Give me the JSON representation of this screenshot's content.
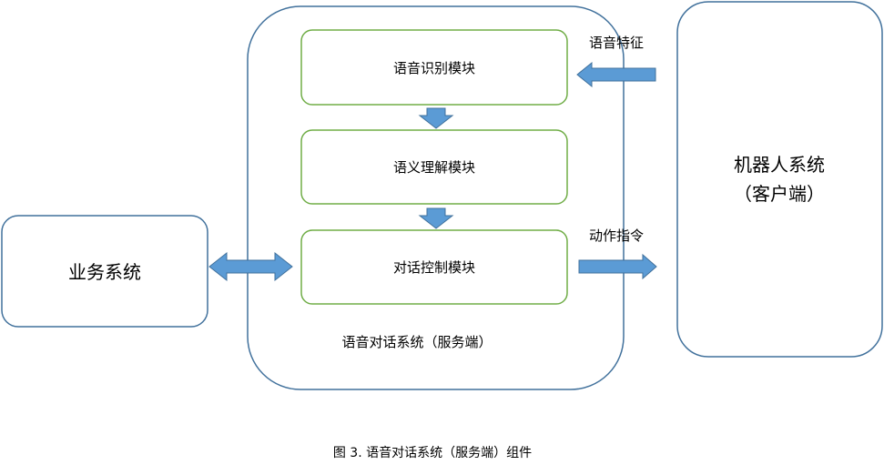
{
  "diagram": {
    "business_system": "业务系统",
    "server": {
      "caption": "语音对话系统（服务端）",
      "modules": {
        "asr": "语音识别模块",
        "nlu": "语义理解模块",
        "dm": "对话控制模块"
      }
    },
    "robot": {
      "name": "机器人系统",
      "sub": "（客户端）"
    },
    "edges": {
      "speech_features": "语音特征",
      "action_commands": "动作指令"
    },
    "figure_caption": "图 3.  语音对话系统（服务端）组件"
  },
  "colors": {
    "container_stroke": "#41719C",
    "module_stroke": "#70AD47",
    "arrow_fill": "#5B9BD5",
    "arrow_stroke": "#41719C",
    "text": "#000000",
    "background": "#FFFFFF"
  }
}
